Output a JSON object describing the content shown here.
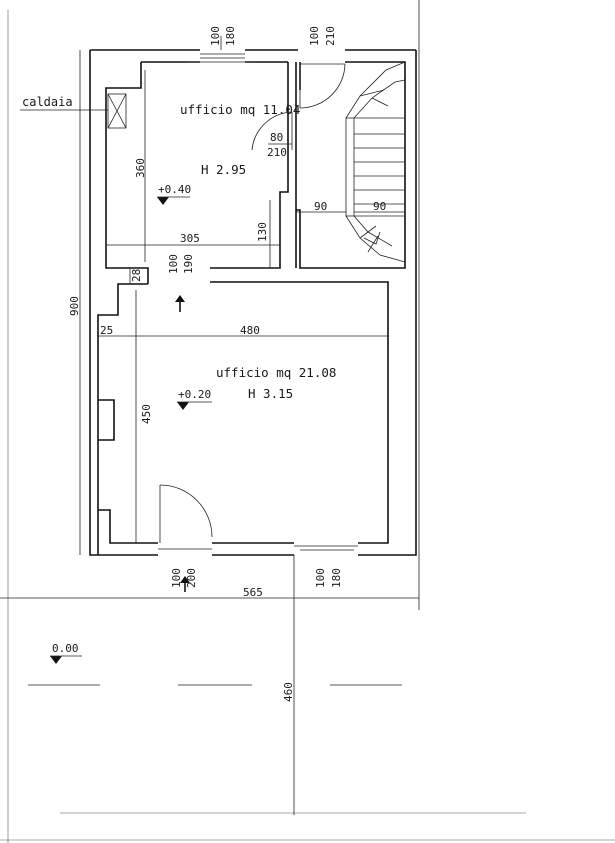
{
  "labels": {
    "boiler": "caldaia",
    "room_upper": "ufficio mq 11.04",
    "room_upper_height": "H 2.95",
    "room_lower": "ufficio mq 21.08",
    "room_lower_height": "H 3.15"
  },
  "levels": {
    "upper": "+0.40",
    "lower": "+0.20",
    "ground": "0.00"
  },
  "dimensions": {
    "total_height": "900",
    "total_width": "565",
    "external_depth": "460",
    "upper_room_height": "360",
    "upper_room_width": "305",
    "lower_room_height": "450",
    "lower_room_width": "480",
    "wall_left": "25",
    "wall_step": "28",
    "passage_130": "130",
    "stair_90_left": "90",
    "stair_90_right": "90",
    "door_inner_top": "80",
    "door_inner_bottom": "210"
  },
  "openings": {
    "top_window": [
      "100",
      "180"
    ],
    "top_door": [
      "100",
      "210"
    ],
    "mid_door": [
      "100",
      "190"
    ],
    "bottom_door": [
      "100",
      "200"
    ],
    "bottom_window": [
      "100",
      "180"
    ]
  }
}
